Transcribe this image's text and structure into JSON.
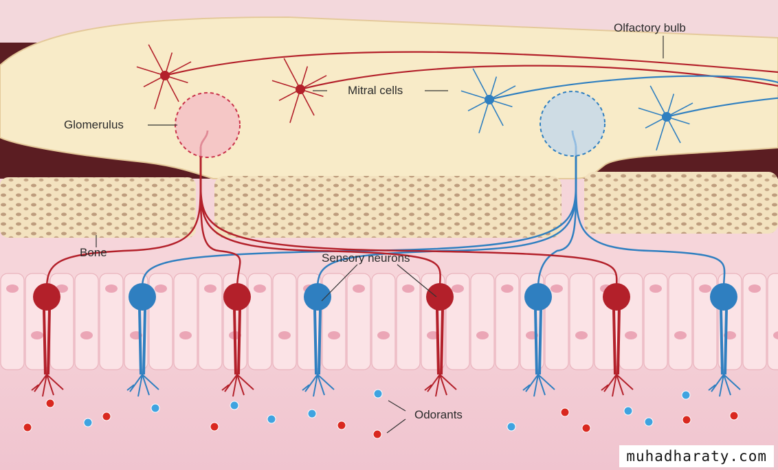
{
  "labels": {
    "olfactory_bulb": "Olfactory bulb",
    "mitral_cells": "Mitral cells",
    "glomerulus": "Glomerulus",
    "bone": "Bone",
    "sensory_neurons": "Sensory neurons",
    "odorants": "Odorants"
  },
  "watermark": "muhadharaty.com",
  "colors": {
    "red_neuron": "#b3202a",
    "blue_neuron": "#2f7fc0",
    "bulb": "#f8ebc8",
    "bone": "#f3e2bf",
    "tissue": "#f8d7dc"
  }
}
